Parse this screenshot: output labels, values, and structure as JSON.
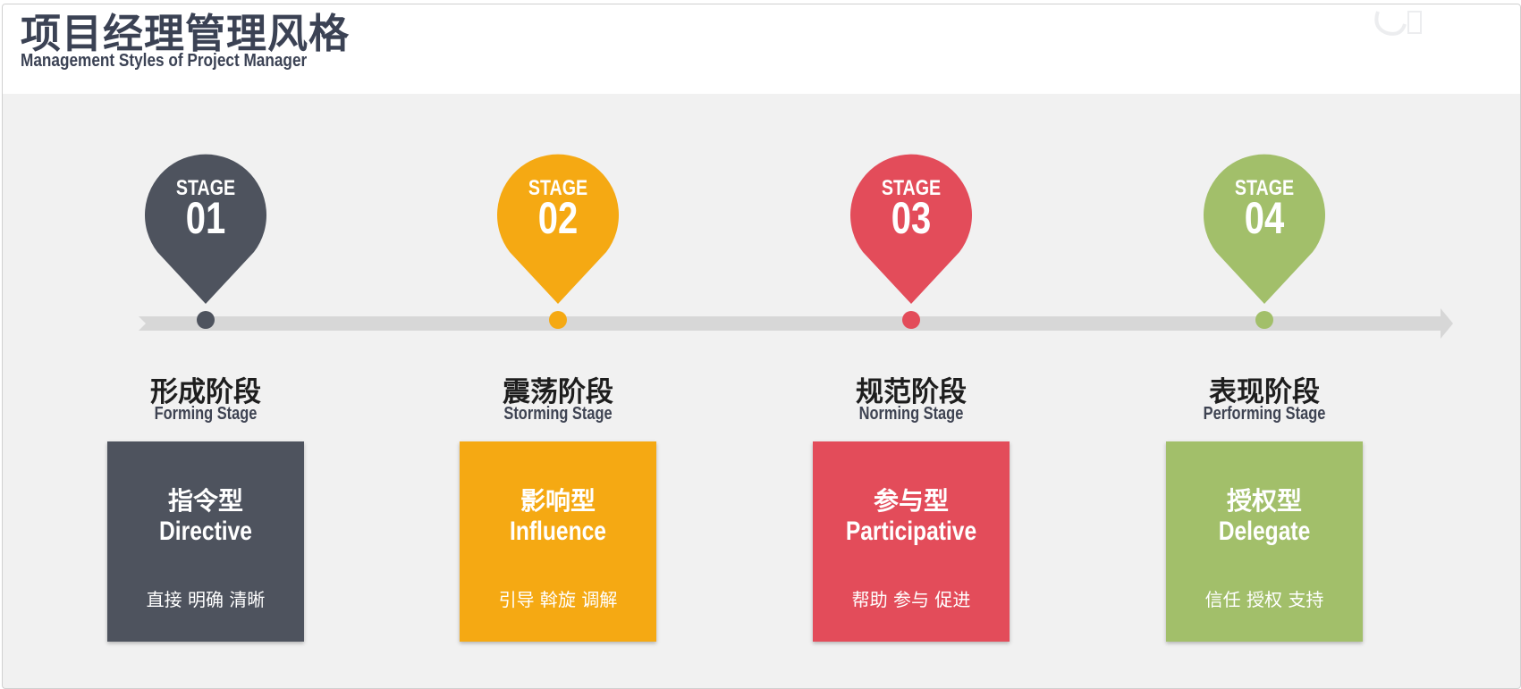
{
  "header": {
    "title_cn": "项目经理管理风格",
    "title_en": "Management Styles of Project Manager"
  },
  "stages": [
    {
      "stage_word": "STAGE",
      "number": "01",
      "name_cn": "形成阶段",
      "name_en": "Forming Stage",
      "style_cn": "指令型",
      "style_en": "Directive",
      "keywords": "直接 明确 清晰",
      "color": "#4e535e"
    },
    {
      "stage_word": "STAGE",
      "number": "02",
      "name_cn": "震荡阶段",
      "name_en": "Storming Stage",
      "style_cn": "影响型",
      "style_en": "Influence",
      "keywords": "引导 斡旋 调解",
      "color": "#f5a913"
    },
    {
      "stage_word": "STAGE",
      "number": "03",
      "name_cn": "规范阶段",
      "name_en": "Norming Stage",
      "style_cn": "参与型",
      "style_en": "Participative",
      "keywords": "帮助 参与 促进",
      "color": "#e34c5a"
    },
    {
      "stage_word": "STAGE",
      "number": "04",
      "name_cn": "表现阶段",
      "name_en": "Performing Stage",
      "style_cn": "授权型",
      "style_en": "Delegate",
      "keywords": "信任 授权 支持",
      "color": "#a2bf6a"
    }
  ],
  "colors": {
    "timeline": "#d7d7d7",
    "background": "#f1f1f1",
    "title": "#3b4254"
  }
}
